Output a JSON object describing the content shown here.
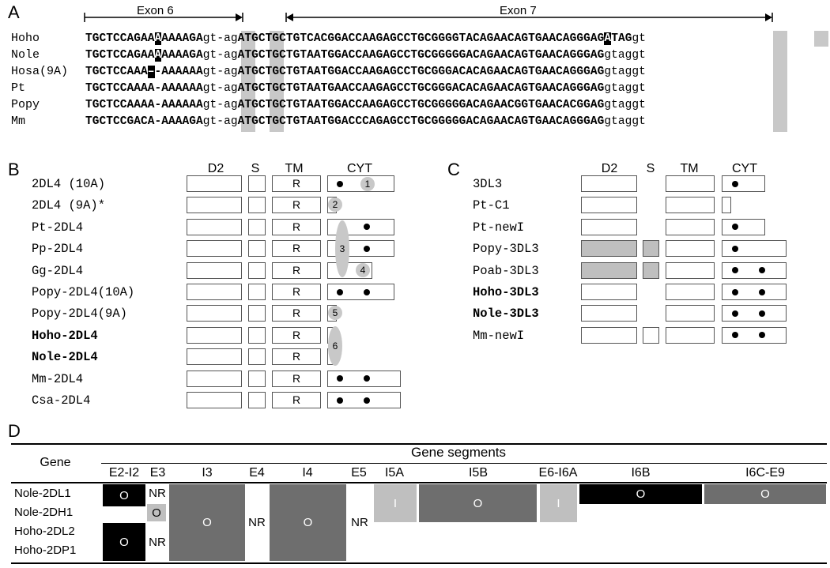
{
  "panels": {
    "a": "A",
    "b": "B",
    "c": "C",
    "d": "D"
  },
  "panelA": {
    "exon6": "Exon 6",
    "exon7": "Exon 7",
    "rows": [
      {
        "name": "Hoho",
        "s1": "TGCTCCAGAA",
        "inv1": "A",
        "s2": "AAAAGA",
        "gt": "gt",
        "dash": "-",
        "ag": "ag",
        "s3": "ATGCTGCTGTCACGGACCAAGAGCCTGCGGGGTACAGAACAGTGAACAGGGAG",
        "inv2": "A",
        "s4": "TAG",
        "tail": "gt"
      },
      {
        "name": "Nole",
        "s1": "TGCTCCAGAA",
        "inv1": "A",
        "s2": "AAAAGA",
        "gt": "gt",
        "dash": "-",
        "ag": "ag",
        "s3": "ATGCTGCTGTAATGGACCAAGAGCCTGCGGGGGACAGAACAGTGAACAGGGAG",
        "tail": "gtaggt"
      },
      {
        "name": "Hosa(9A)",
        "s1": "TGCTCCAAA",
        "inv1": "–",
        "s2": "-AAAAAA",
        "gt": "gt",
        "dash": "-",
        "ag": "ag",
        "s3": "ATGCTGCTGTAATGGACCAAGAGCCTGCGGGACACAGAACAGTGAACAGGGAG",
        "tail": "gtaggt"
      },
      {
        "name": "Pt",
        "s1": "TGCTCCAAAA",
        "s2": "-AAAAAA",
        "gt": "gt",
        "dash": "-",
        "ag": "ag",
        "s3": "ATGCTGCTGTAATGAACCAAGAGCCTGCGGGACACAGAACAGTGAACAGGGAG",
        "tail": "gtaggt"
      },
      {
        "name": "Popy",
        "s1": "TGCTCCAAAA",
        "s2": "-AAAAAA",
        "gt": "gt",
        "dash": "-",
        "ag": "ag",
        "s3": "ATGCTGCTGTAATGGACCAAGAGCCTGCGGGGGACAGAACGGTGAACACGGAG",
        "tail": "gtaggt"
      },
      {
        "name": "Mm",
        "s1": "TGCTCCGACA",
        "s2": "-AAAAGA",
        "gt": "gt",
        "dash": "-",
        "ag": "ag",
        "s3": "ATGCTGCTGTAATGGACCCAGAGCCTGCGGGGGACAGAACAGTGAACAGGGAG",
        "tail": "gtaggt"
      }
    ]
  },
  "panelB": {
    "heads": {
      "d2": "D2",
      "s": "S",
      "tm": "TM",
      "cyt": "CYT"
    },
    "r": "R",
    "rows": [
      {
        "label": "2DL4 (10A)",
        "bold": false
      },
      {
        "label": "2DL4 (9A)*",
        "bold": false
      },
      {
        "label": "Pt-2DL4",
        "bold": false
      },
      {
        "label": "Pp-2DL4",
        "bold": false
      },
      {
        "label": "Gg-2DL4",
        "bold": false
      },
      {
        "label": "Popy-2DL4(10A)",
        "bold": false
      },
      {
        "label": "Popy-2DL4(9A)",
        "bold": false
      },
      {
        "label": "Hoho-2DL4",
        "bold": true
      },
      {
        "label": "Nole-2DL4",
        "bold": true
      },
      {
        "label": "Mm-2DL4",
        "bold": false
      },
      {
        "label": "Csa-2DL4",
        "bold": false
      }
    ],
    "circles": {
      "c1": "1",
      "c2": "2",
      "c3": "3",
      "c4": "4",
      "c5": "5",
      "c6": "6"
    }
  },
  "panelC": {
    "heads": {
      "d2": "D2",
      "s": "S",
      "tm": "TM",
      "cyt": "CYT"
    },
    "rows": [
      {
        "label": "3DL3",
        "bold": false
      },
      {
        "label": "Pt-C1",
        "bold": false
      },
      {
        "label": "Pt-newI",
        "bold": false
      },
      {
        "label": "Popy-3DL3",
        "bold": false
      },
      {
        "label": "Poab-3DL3",
        "bold": false
      },
      {
        "label": "Hoho-3DL3",
        "bold": true
      },
      {
        "label": "Nole-3DL3",
        "bold": true
      },
      {
        "label": "Mm-newI",
        "bold": false
      }
    ]
  },
  "panelD": {
    "gene_head": "Gene",
    "segments_head": "Gene segments",
    "cols": [
      "E2-I2",
      "E3",
      "I3",
      "E4",
      "I4",
      "E5",
      "I5A",
      "I5B",
      "E6-I6A",
      "I6B",
      "I6C-E9"
    ],
    "genes": [
      "Nole-2DL1",
      "Nole-2DH1",
      "Hoho-2DL2",
      "Hoho-2DP1"
    ],
    "cells": {
      "o": "O",
      "nr": "NR",
      "i": "I"
    }
  }
}
